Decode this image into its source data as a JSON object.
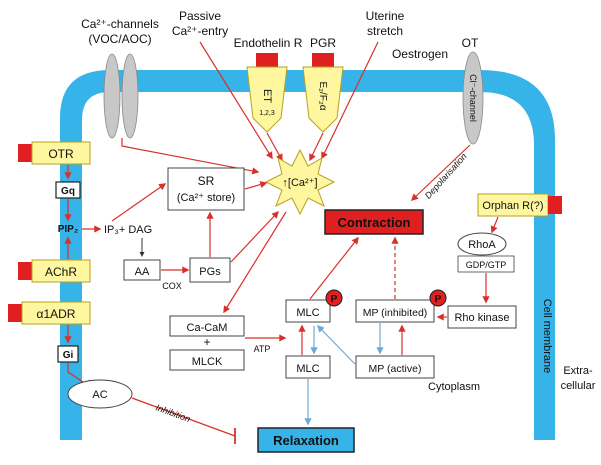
{
  "labels": {
    "ca_channels_line1": "Ca²⁺-channels",
    "ca_channels_line2": "(VOC/AOC)",
    "passive_line1": "Passive",
    "passive_line2": "Ca²⁺-entry",
    "endothelin_r": "Endothelin R",
    "pgr": "PGR",
    "uterine_line1": "Uterine",
    "uterine_line2": "stretch",
    "oestrogen": "Oestrogen",
    "ot": "OT",
    "cl_channel": "Cl⁻-channel",
    "depolarisation": "Depolarisation",
    "et_main": "ET",
    "et_sub": "1,2,3",
    "ep_main": "E₂/F₂α",
    "otr": "OTR",
    "gq": "Gq",
    "pip2": "PIP₂",
    "ip3_dag": "IP₃+ DAG",
    "achr": "AChR",
    "aa": "AA",
    "cox": "COX",
    "pgs": "PGs",
    "sr_line1": "SR",
    "sr_line2": "(Ca²⁺ store)",
    "ca_star": "↑[Ca²⁺]",
    "contraction": "Contraction",
    "orphan_r": "Orphan R(?)",
    "rhoa": "RhoA",
    "gdp_gtp": "GDP/GTP",
    "rho_kinase": "Rho kinase",
    "a1adr": "α1ADR",
    "gi": "Gi",
    "ac": "AC",
    "inhibition": "Inhibition",
    "cacam": "Ca-CaM",
    "plus": "+",
    "mlck": "MLCK",
    "atp": "ATP",
    "mlc_p": "MLC",
    "mlc": "MLC",
    "p_badge": "P",
    "mp_inhibited": "MP (inhibited)",
    "mp_active": "MP (active)",
    "relaxation": "Relaxation",
    "cytoplasm": "Cytoplasm",
    "cell_membrane": "Cell membrane",
    "extracellular_line1": "Extra-",
    "extracellular_line2": "cellular"
  },
  "colors": {
    "membrane": "#36b3e8",
    "receptor_fill": "#fef7a0",
    "receptor_red": "#e02020",
    "arrow_red": "#d8312b",
    "arrow_blue": "#6aa9dd",
    "contraction_fill": "#e02020",
    "relaxation_fill": "#36b3e8",
    "channel_gray": "#c8c8c8",
    "star_fill": "#fef7a0"
  }
}
